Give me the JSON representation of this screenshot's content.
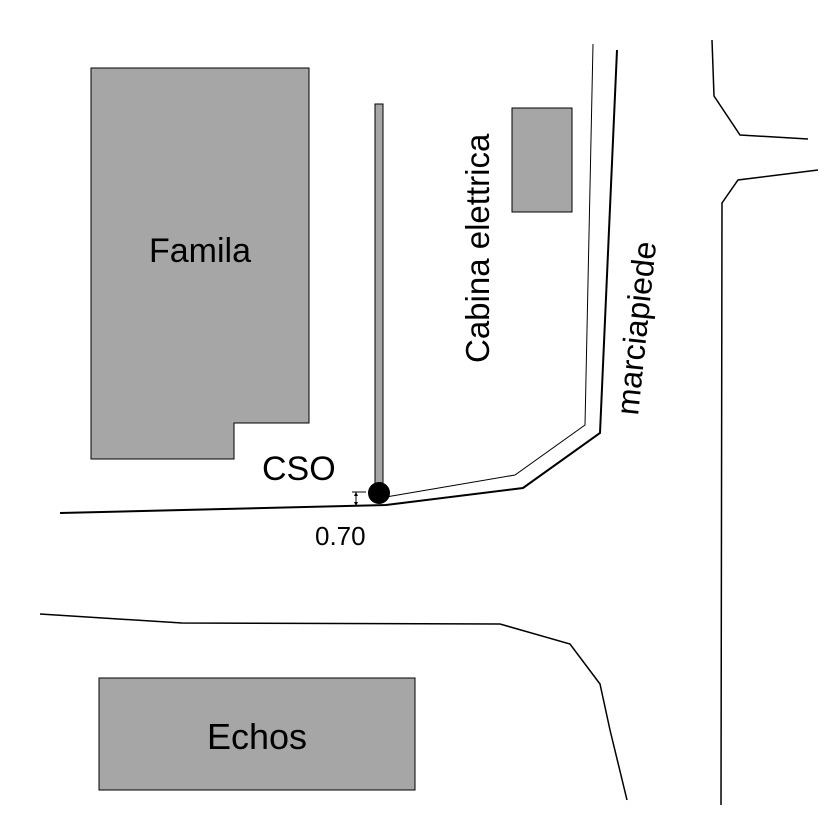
{
  "map": {
    "colors": {
      "background": "#ffffff",
      "building_fill": "#a6a6a6",
      "outline": "#000000"
    },
    "labels": {
      "famila": "Famila",
      "cabina": "Cabina elettrica",
      "marciapiede": "marciapiede",
      "cso": "CSO",
      "dimension": "0.70",
      "echos": "Echos"
    }
  }
}
